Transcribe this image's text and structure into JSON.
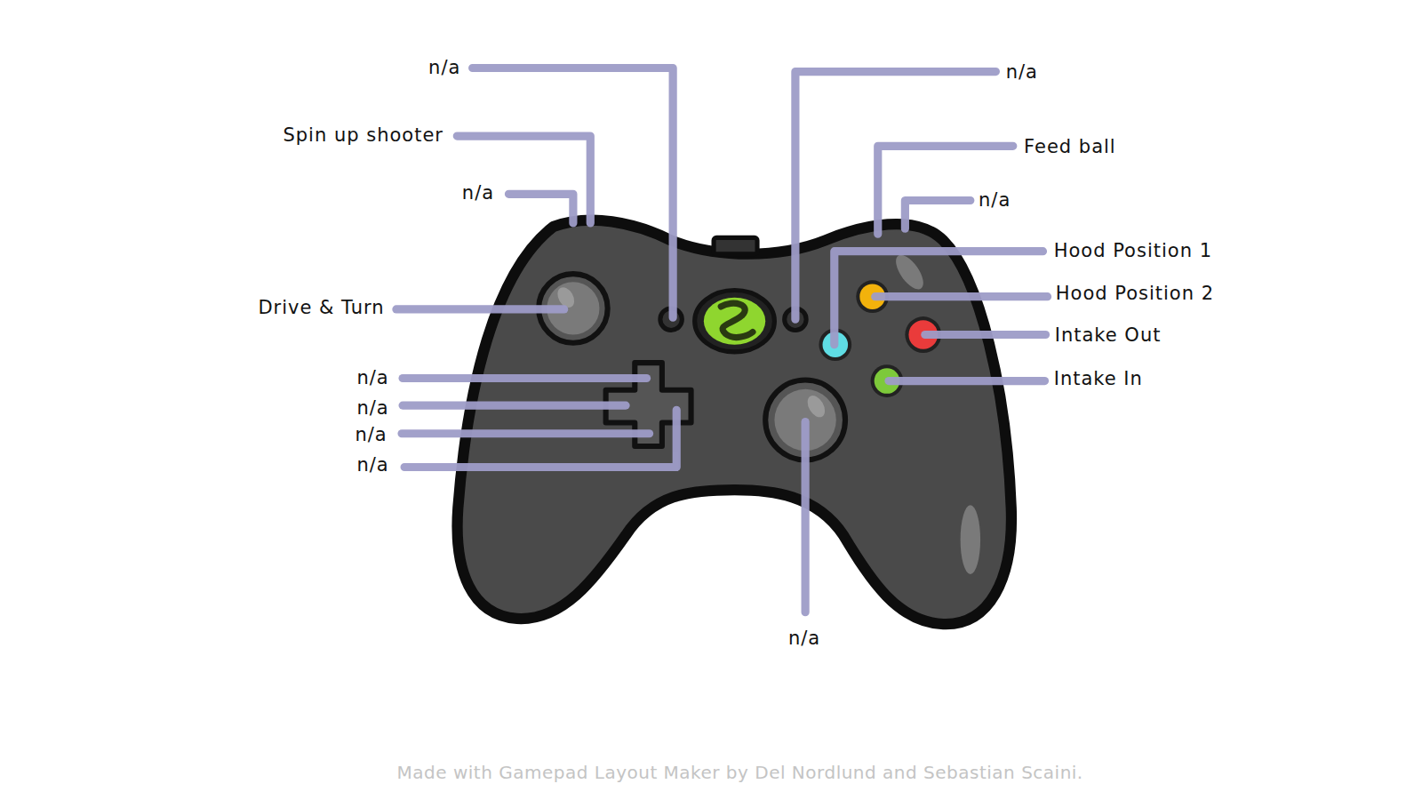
{
  "diagram": {
    "labels": [
      "n/a",
      "n/a",
      "Spin up shooter",
      "Feed ball",
      "n/a",
      "n/a",
      "Hood Position 1",
      "Drive & Turn",
      "Hood Position 2",
      "Intake Out",
      "n/a",
      "n/a",
      "n/a",
      "n/a",
      "Intake In",
      "n/a",
      "Made with Gamepad Layout Maker by Del Nordlund and Sebastian Scaini."
    ]
  }
}
